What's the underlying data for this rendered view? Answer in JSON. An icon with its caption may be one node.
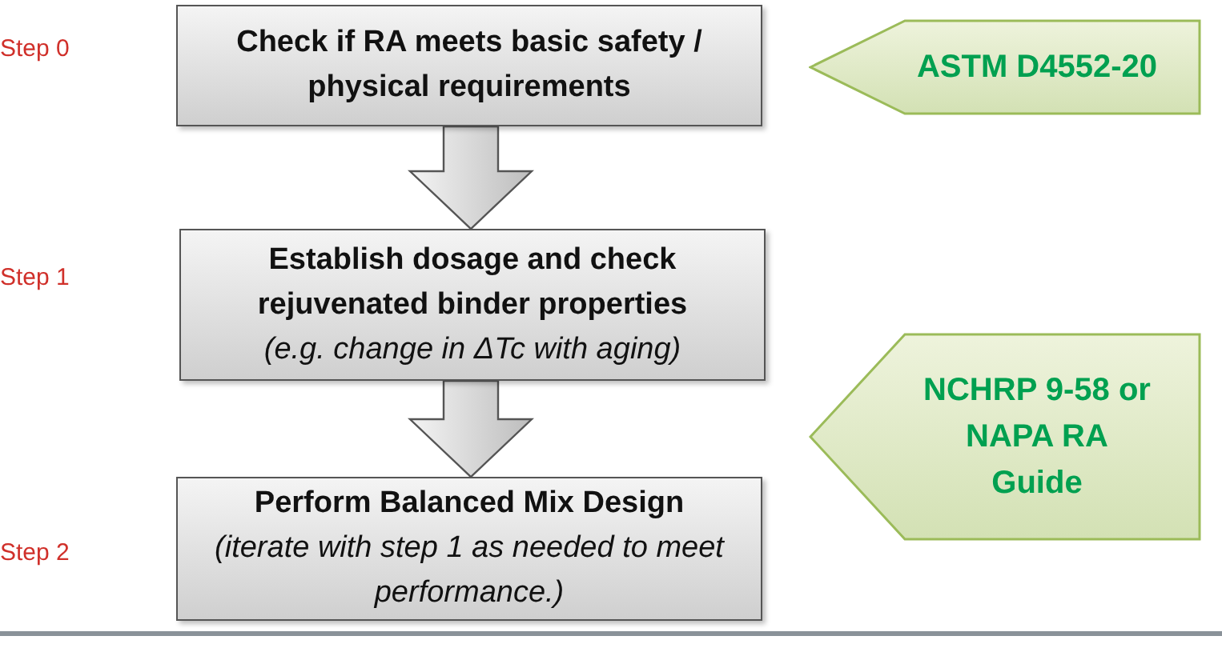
{
  "diagram": {
    "nodes": [
      {
        "text": [
          "Check if RA meets basic safety / physical requirements"
        ]
      },
      {
        "text": [
          "Establish dosage and check rejuvenated binder properties",
          "(e.g. change in ΔTc with aging)"
        ]
      },
      {
        "text": [
          "Perform Balanced Mix Design",
          "(iterate with step 1 as needed to meet performance.)"
        ]
      },
      {
        "text": [
          "ASTM D4552-20"
        ]
      },
      {
        "text": [
          "NCHRP 9-58 or NAPA RA Guide"
        ]
      }
    ],
    "edges": [
      {
        "from": 0,
        "to": 1,
        "arrow": "to"
      },
      {
        "from": 1,
        "to": 2,
        "arrow": "to"
      }
    ],
    "labels": [
      "Step 0",
      "Step 1",
      "Step 2"
    ]
  }
}
